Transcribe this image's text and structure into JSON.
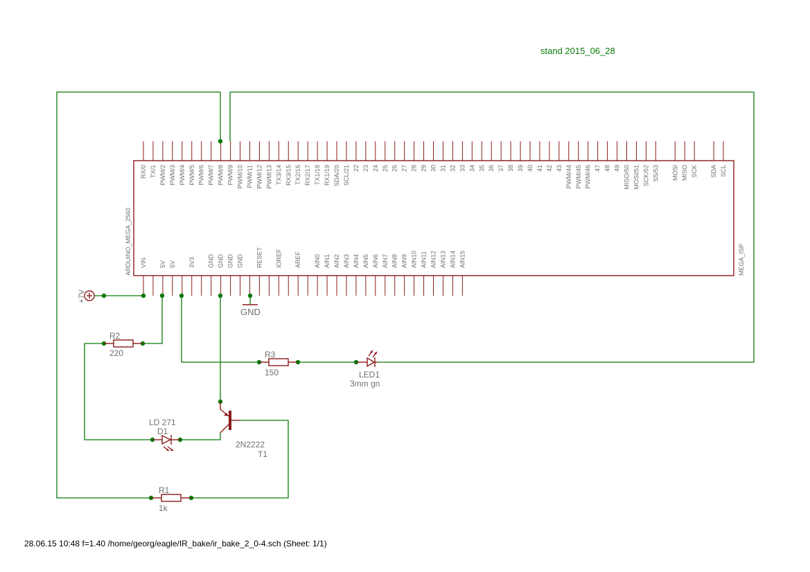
{
  "stand_note": "stand 2015_06_28",
  "footer": "28.06.15 10:48  f=1.40  /home/georg/eagle/IR_bake/ir_bake_2_0-4.sch (Sheet: 1/1)",
  "board": {
    "name": "ARDUINO_MEGA_2560",
    "value": "MEGA_ISP",
    "top_pins": [
      "RX/0",
      "TX/1",
      "PWM/2",
      "PWM/3",
      "PWM/4",
      "PWM/5",
      "PWM/6",
      "PWM/7",
      "PWM/8",
      "PWM/9",
      "PWM/10",
      "PWM/11",
      "PWM/12",
      "PWM/13",
      "TX3/14",
      "RX3/15",
      "TX2/16",
      "RX2/17",
      "TX1/18",
      "RX1/19",
      "SDA/20",
      "SCL/21",
      "22",
      "23",
      "24",
      "25",
      "26",
      "27",
      "28",
      "29",
      "30",
      "31",
      "32",
      "33",
      "34",
      "35",
      "36",
      "37",
      "38",
      "39",
      "40",
      "41",
      "42",
      "43",
      "PWM/44",
      "PWM/45",
      "PWM/46",
      "47",
      "48",
      "49",
      "MISO/50",
      "MOSI/51",
      "SCK/52",
      "SS/53",
      "",
      "MOSI",
      "MISO",
      "SCK",
      "",
      "SDA",
      "SCL"
    ],
    "bottom_pins": [
      "VIN",
      "",
      "5V",
      "5V",
      "",
      "3V3",
      "",
      "GND",
      "GND",
      "GND",
      "GND",
      "",
      "RESET",
      "",
      "IOREF",
      "",
      "AREF",
      "",
      "AIN0",
      "AIN1",
      "AIN2",
      "AIN3",
      "AIN4",
      "AIN5",
      "AIN6",
      "AIN7",
      "AIN8",
      "AIN9",
      "AIN10",
      "AIN11",
      "AIN12",
      "AIN13",
      "AIN14",
      "AIN15"
    ]
  },
  "parts": {
    "supply": "+7V",
    "gnd": "GND",
    "r1_name": "R1",
    "r1_value": "1k",
    "r2_name": "R2",
    "r2_value": "220",
    "r3_name": "R3",
    "r3_value": "150",
    "led1_name": "LED1",
    "led1_value": "3mm gn",
    "d1_name": "D1",
    "d1_value": "LD 271",
    "t1_name": "T1",
    "t1_value": "2N2222"
  }
}
